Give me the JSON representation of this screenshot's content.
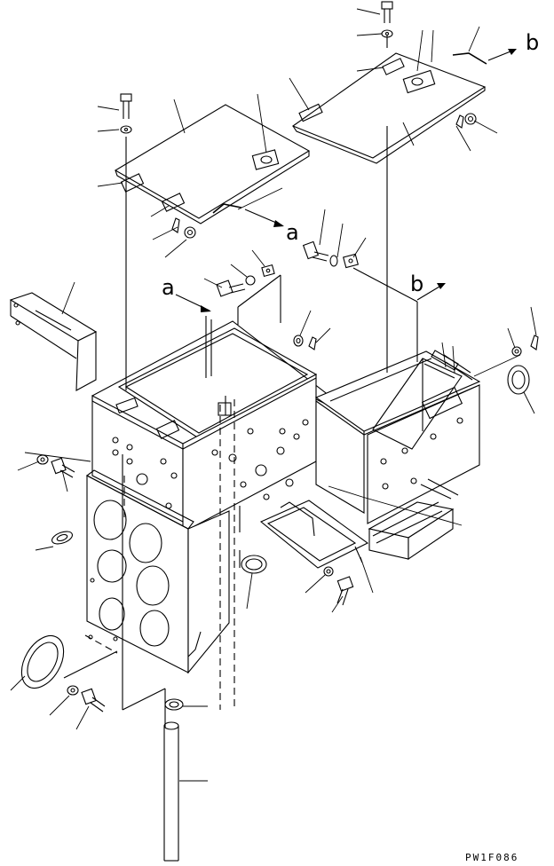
{
  "labels": {
    "ref_a": "a",
    "ref_b": "b",
    "drawing_code": "PW1F086"
  }
}
